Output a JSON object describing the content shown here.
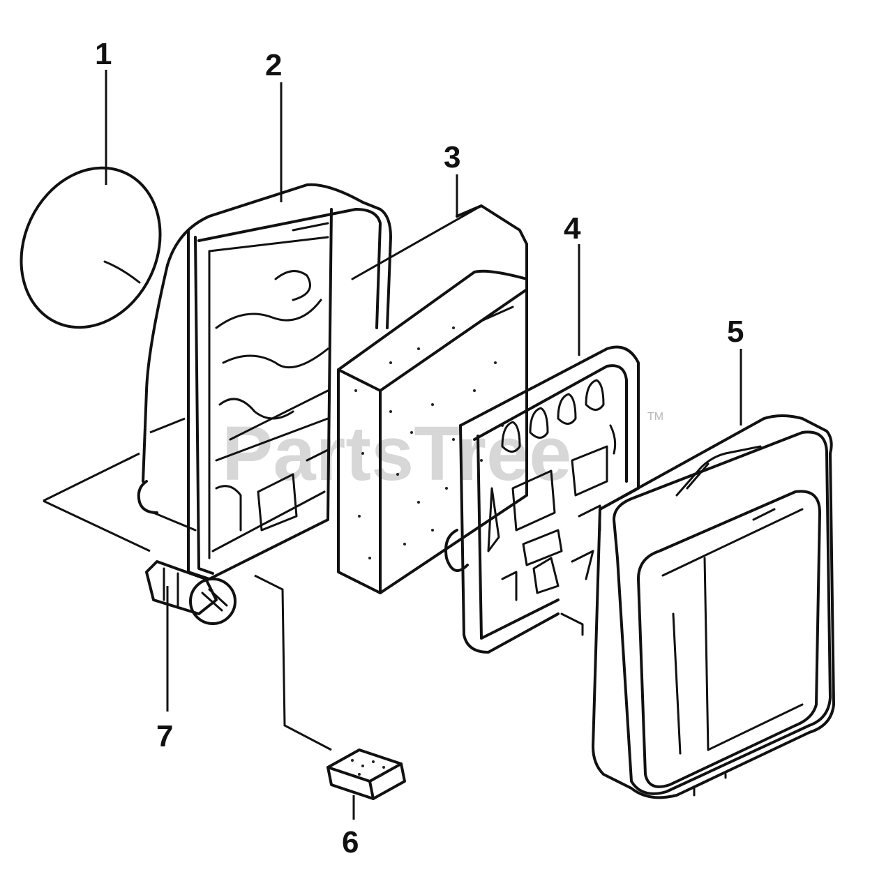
{
  "diagram": {
    "part_labels": [
      "1",
      "2",
      "3",
      "4",
      "5",
      "6",
      "7"
    ],
    "watermark": "PartsTree",
    "watermark_tm": "TM"
  }
}
